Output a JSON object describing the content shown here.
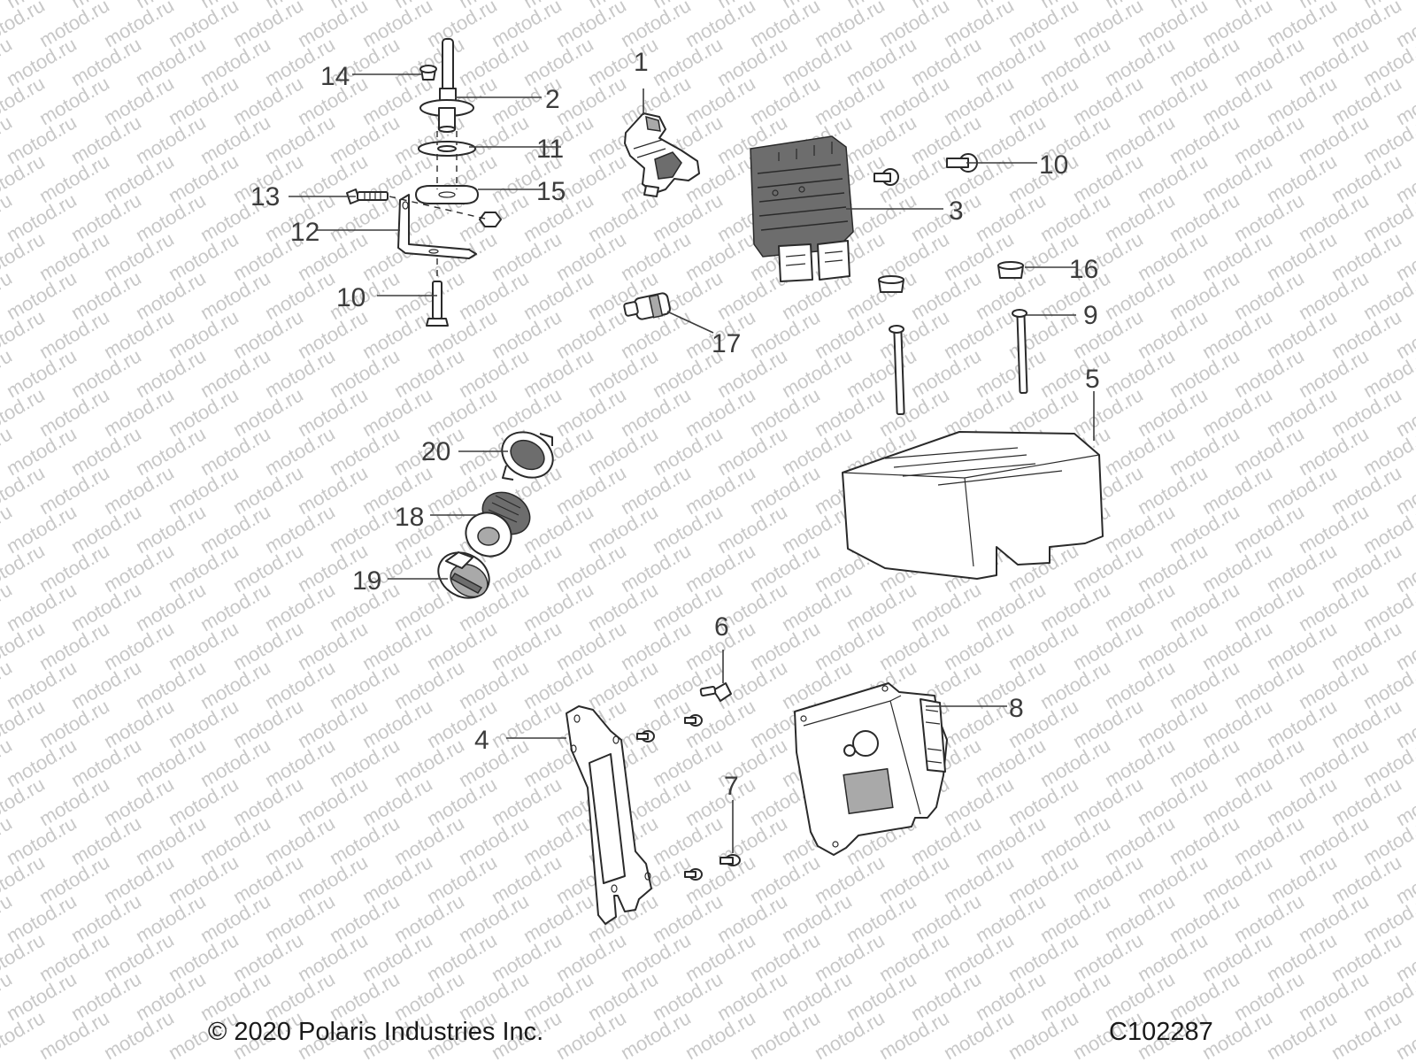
{
  "watermark": "motod.ru",
  "footer": {
    "copyright": "© 2020 Polaris Industries Inc.",
    "diagram_id": "C102287"
  },
  "callouts": {
    "c1": "1",
    "c2": "2",
    "c3": "3",
    "c4": "4",
    "c5": "5",
    "c6": "6",
    "c7": "7",
    "c8": "8",
    "c9": "9",
    "c10a": "10",
    "c10b": "10",
    "c11": "11",
    "c12": "12",
    "c13": "13",
    "c14": "14",
    "c15": "15",
    "c16": "16",
    "c17": "17",
    "c18": "18",
    "c19": "19",
    "c20": "20"
  }
}
